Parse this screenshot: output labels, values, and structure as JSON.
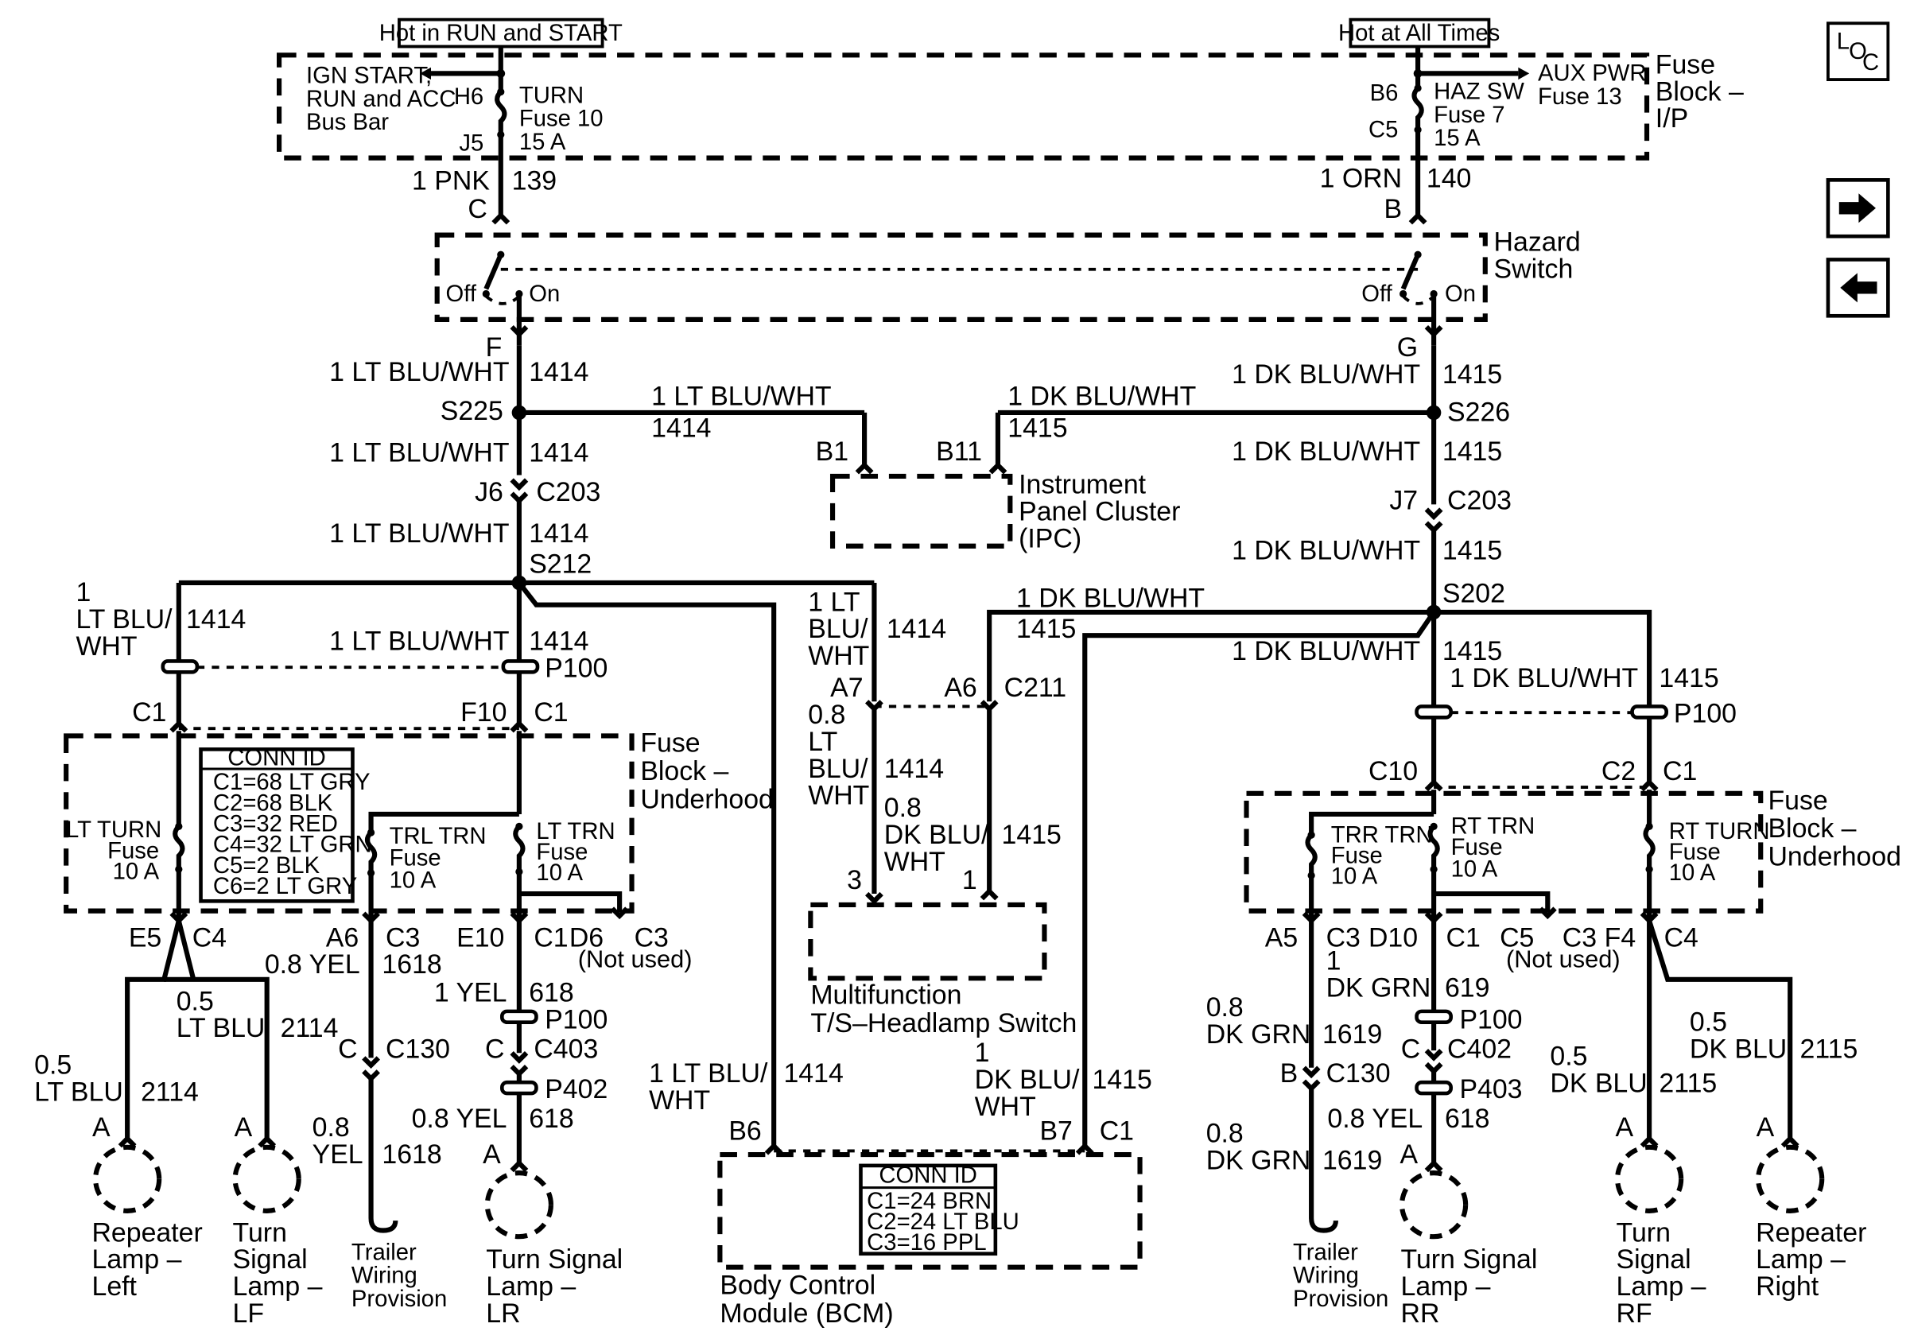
{
  "headers": {
    "hot_run_start": "Hot in RUN and START",
    "hot_all_times": "Hot at All Times"
  },
  "nav": {
    "loc_L": "L",
    "loc_O": "O",
    "loc_C": "C"
  },
  "fuse_ip": {
    "title_1": "Fuse",
    "title_2": "Block –",
    "title_3": "I/P",
    "ign_1": "IGN START,",
    "ign_2": "RUN and ACC",
    "ign_3": "Bus Bar",
    "h6": "H6",
    "j5": "J5",
    "turn_1": "TURN",
    "turn_2": "Fuse 10",
    "turn_3": "15 A",
    "b6": "B6",
    "c5": "C5",
    "haz_1": "HAZ SW",
    "haz_2": "Fuse 7",
    "haz_3": "15 A",
    "aux_1": "AUX PWR",
    "aux_2": "Fuse 13"
  },
  "wires_top": {
    "pnk": "1 PNK",
    "c139": "139",
    "pin_c": "C",
    "orn": "1 ORN",
    "c140": "140",
    "pin_b": "B"
  },
  "hazard": {
    "title_1": "Hazard",
    "title_2": "Switch",
    "off": "Off",
    "on": "On"
  },
  "left_trunk": {
    "pin_f": "F",
    "w1": "1 LT BLU/WHT",
    "c1": "1414",
    "s225": "S225",
    "w2": "1 LT BLU/WHT",
    "c2": "1414",
    "j6": "J6",
    "c203": "C203",
    "w3": "1 LT BLU/WHT",
    "c3": "1414",
    "s212": "S212",
    "branch_w": "1 LT BLU/WHT",
    "branch_c": "1414",
    "left_w1": "1",
    "left_w2": "LT BLU/",
    "left_w3": "WHT",
    "left_c": "1414",
    "w4": "1 LT BLU/WHT",
    "c4": "1414",
    "p100": "P100",
    "c1_l": "C1",
    "f10": "F10",
    "c1_r": "C1"
  },
  "right_trunk": {
    "pin_g": "G",
    "w1": "1 DK BLU/WHT",
    "c1": "1415",
    "s226": "S226",
    "branch_w": "1 DK BLU/WHT",
    "branch_c": "1415",
    "w2": "1 DK BLU/WHT",
    "c2": "1415",
    "j7": "J7",
    "c203": "C203",
    "w3": "1 DK BLU/WHT",
    "c3": "1415",
    "s202": "S202",
    "bcm_w": "1 DK BLU/WHT",
    "bcm_c": "1415",
    "w4": "1 DK BLU/WHT",
    "c4": "1415",
    "w5": "1 DK BLU/WHT",
    "c5": "1415",
    "p100": "P100",
    "c10": "C10",
    "c2_pin": "C2",
    "c1_pin": "C1"
  },
  "ipc": {
    "b1": "B1",
    "b11": "B11",
    "title_1": "Instrument",
    "title_2": "Panel Cluster",
    "title_3": "(IPC)"
  },
  "mfs": {
    "w1_1": "1 LT",
    "w1_2": "BLU/",
    "w1_3": "WHT",
    "c1": "1414",
    "a7": "A7",
    "a6": "A6",
    "c211": "C211",
    "w2_1": "0.8",
    "w2_2": "LT",
    "w2_3": "BLU/",
    "w2_4": "WHT",
    "c2": "1414",
    "w3_1": "0.8",
    "w3_2": "DK BLU/",
    "w3_3": "WHT",
    "c3": "1415",
    "pin3": "3",
    "pin1": "1",
    "title_1": "Multifunction",
    "title_2": "T/S–Headlamp Switch"
  },
  "bcm": {
    "lw_1": "1 LT BLU/",
    "lw_2": "WHT",
    "lc": "1414",
    "rw_1": "1",
    "rw_2": "DK BLU/",
    "rw_3": "WHT",
    "rc": "1415",
    "b6": "B6",
    "b7": "B7",
    "c1": "C1",
    "conn_title": "CONN ID",
    "conn_1": "C1=24 BRN",
    "conn_2": "C2=24 LT BLU",
    "conn_3": "C3=16 PPL",
    "title_1": "Body Control",
    "title_2": "Module (BCM)"
  },
  "fuse_uh_left": {
    "title_1": "Fuse",
    "title_2": "Block –",
    "title_3": "Underhood",
    "lt_turn_1": "LT TURN",
    "lt_turn_2": "Fuse",
    "lt_turn_3": "10 A",
    "trl_1": "TRL TRN",
    "trl_2": "Fuse",
    "trl_3": "10 A",
    "lt_trn_1": "LT TRN",
    "lt_trn_2": "Fuse",
    "lt_trn_3": "10 A",
    "conn_title": "CONN ID",
    "conn_1": "C1=68 LT GRY",
    "conn_2": "C2=68 BLK",
    "conn_3": "C3=32 RED",
    "conn_4": "C4=32 LT GRN",
    "conn_5": "C5=2 BLK",
    "conn_6": "C6=2 LT GRY",
    "e5": "E5",
    "c4": "C4",
    "a6": "A6",
    "c3": "C3",
    "e10": "E10",
    "c1": "C1",
    "d6": "D6",
    "c3b": "C3",
    "not_used": "(Not used)"
  },
  "fuse_uh_right": {
    "title_1": "Fuse",
    "title_2": "Block –",
    "title_3": "Underhood",
    "trr_1": "TRR TRN",
    "trr_2": "Fuse",
    "trr_3": "10 A",
    "rt_trn_1": "RT TRN",
    "rt_trn_2": "Fuse",
    "rt_trn_3": "10 A",
    "rt_turn_1": "RT TURN",
    "rt_turn_2": "Fuse",
    "rt_turn_3": "10 A",
    "a5": "A5",
    "c3": "C3",
    "d10": "D10",
    "c1": "C1",
    "c5": "C5",
    "c3b": "C3",
    "not_used": "(Not used)",
    "f4": "F4",
    "c4": "C4"
  },
  "bottom_left": {
    "rl_w1": "0.5",
    "rl_w2": "LT BLU",
    "rl_c": "2114",
    "lf_w1": "0.5",
    "lf_w2": "LT BLU",
    "lf_c": "2114",
    "pin_a1": "A",
    "pin_a2": "A",
    "rl_1": "Repeater",
    "rl_2": "Lamp –",
    "rl_3": "Left",
    "lf_1": "Turn",
    "lf_2": "Signal",
    "lf_3": "Lamp –",
    "lf_4": "LF",
    "trl_w": "0.8 YEL",
    "trl_c": "1618",
    "c130_pin": "C",
    "c130": "C130",
    "trl_w2_1": "0.8",
    "trl_w2_2": "YEL",
    "trl_c2": "1618",
    "trl_1": "Trailer",
    "trl_2": "Wiring",
    "trl_3": "Provision",
    "lr_w": "1 YEL",
    "lr_c": "618",
    "p100": "P100",
    "c403_pin": "C",
    "c403": "C403",
    "p402": "P402",
    "lr_w2": "0.8 YEL",
    "lr_c2": "618",
    "pin_a3": "A",
    "lr_1": "Turn Signal",
    "lr_2": "Lamp –",
    "lr_3": "LR"
  },
  "bottom_right": {
    "trr_w1": "0.8",
    "trr_w2": "DK GRN",
    "trr_c": "1619",
    "c130_pin": "B",
    "c130": "C130",
    "trr_w3": "0.8",
    "trr_w4": "DK GRN",
    "trr_c2": "1619",
    "trr_1": "Trailer",
    "trr_2": "Wiring",
    "trr_3": "Provision",
    "rr_w1": "1",
    "rr_w2": "DK GRN",
    "rr_c": "619",
    "p100": "P100",
    "c402_pin": "C",
    "c402": "C402",
    "p403": "P403",
    "rr_w3": "0.8 YEL",
    "rr_c2": "618",
    "pin_a1": "A",
    "rr_1": "Turn Signal",
    "rr_2": "Lamp –",
    "rr_3": "RR",
    "rf_w1": "0.5",
    "rf_w2": "DK BLU",
    "rf_c": "2115",
    "rep_w1": "0.5",
    "rep_w2": "DK BLU",
    "rep_c": "2115",
    "pin_a2": "A",
    "pin_a3": "A",
    "rf_1": "Turn",
    "rf_2": "Signal",
    "rf_3": "Lamp –",
    "rf_4": "RF",
    "rep_1": "Repeater",
    "rep_2": "Lamp –",
    "rep_3": "Right"
  }
}
